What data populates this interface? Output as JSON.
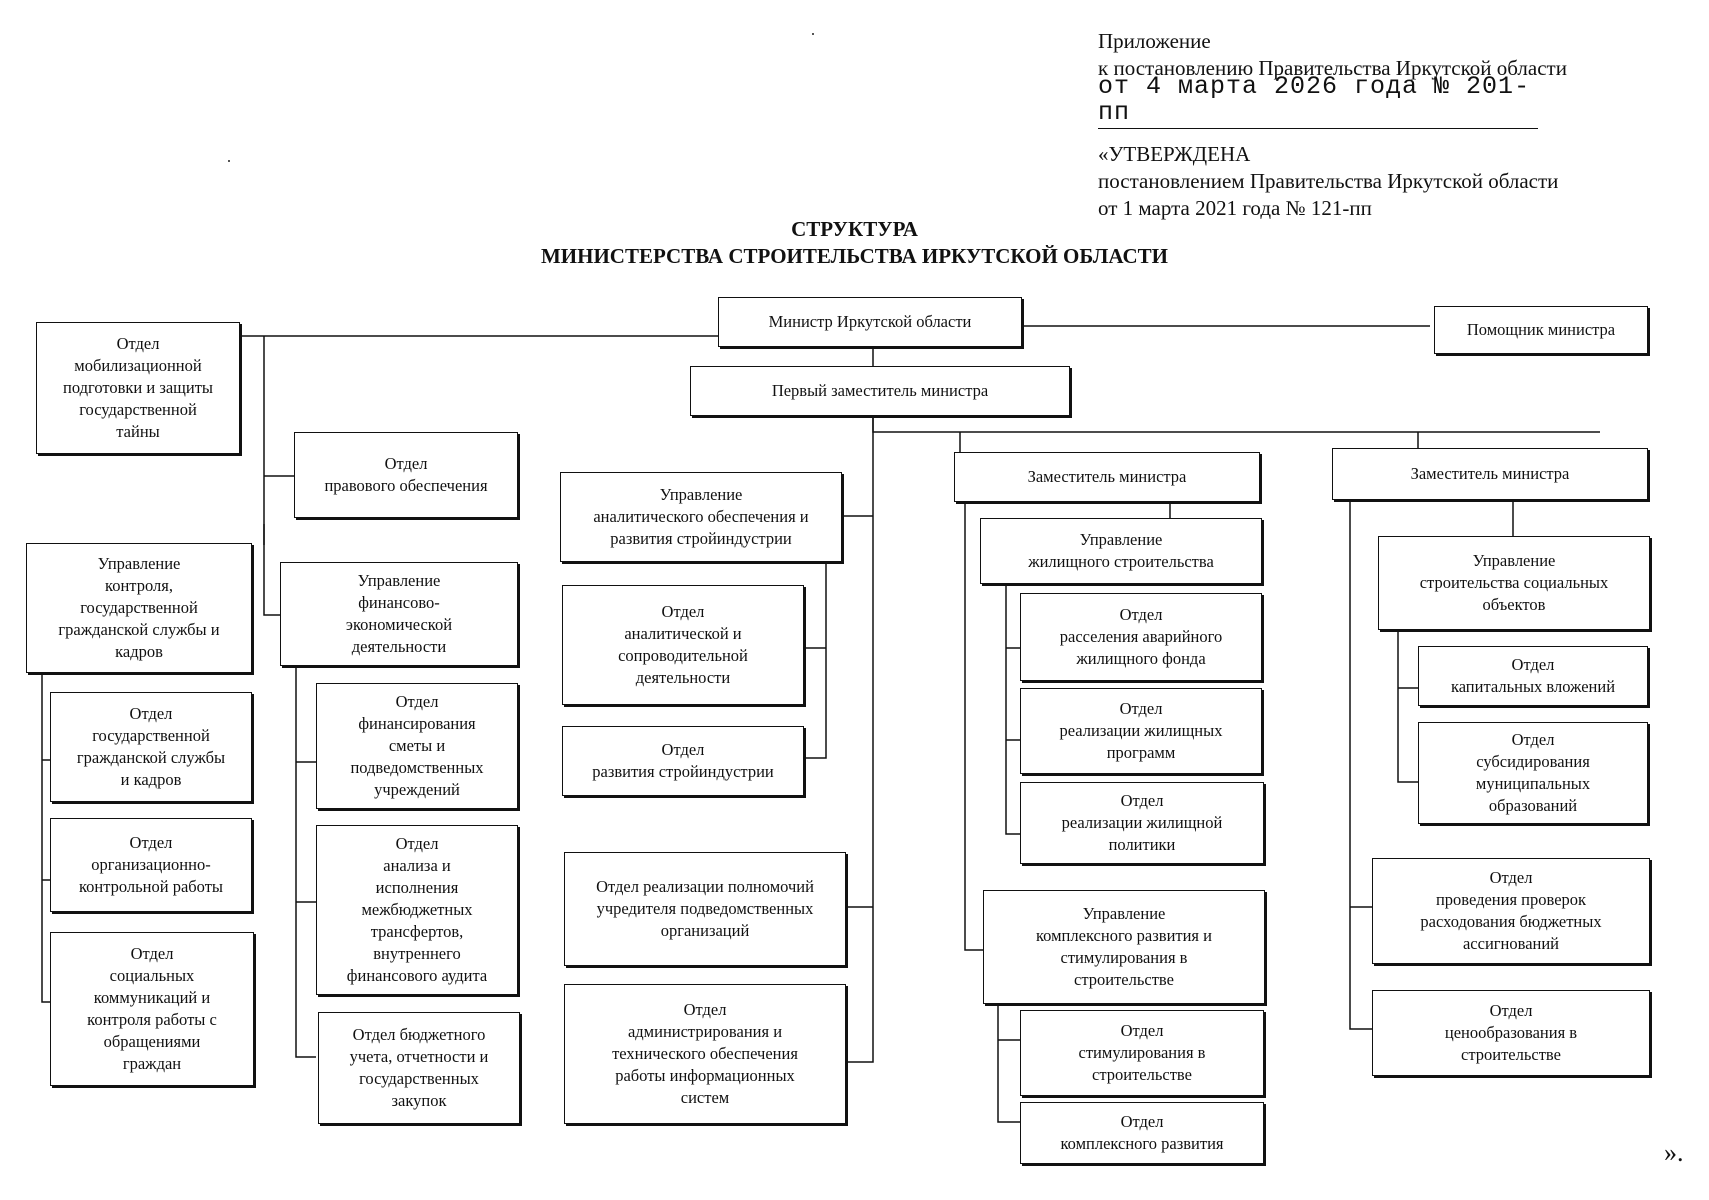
{
  "header": {
    "line1": "Приложение",
    "line2": "к постановлению Правительства Иркутской области",
    "stamp": "от 4 марта 2026 года № 201-пп",
    "approved": "«УТВЕРЖДЕНА",
    "approved_by": "постановлением Правительства Иркутской области",
    "approved_date": "от 1 марта 2021 года № 121-пп"
  },
  "title": {
    "line1": "СТРУКТУРА",
    "line2": "МИНИСТЕРСТВА СТРОИТЕЛЬСТВА ИРКУТСКОЙ ОБЛАСТИ"
  },
  "boxes": {
    "minister": "Министр Иркутской области",
    "assistant": "Помощник министра",
    "first_deputy": "Первый заместитель министра",
    "mobilization": "Отдел\nмобилизационной\nподготовки и защиты\nгосударственной\nтайны",
    "legal": "Отдел\nправового обеспечения",
    "control_mgmt": "Управление\nконтроля,\nгосударственной\nгражданской службы и\nкадров",
    "civil_service": "Отдел\nгосударственной\nгражданской службы\nи кадров",
    "org_control": "Отдел\nорганизационно-\nконтрольной работы",
    "social_comm": "Отдел\nсоциальных\nкоммуникаций и\nконтроля работы с\nобращениями\nграждан",
    "fin_econ": "Управление\nфинансово-\nэкономической\nдеятельности",
    "fin_estimates": "Отдел\nфинансирования\nсметы и\nподведомственных\nучреждений",
    "interbudget": "Отдел\nанализа и\nисполнения\nмежбюджетных\nтрансфертов,\nвнутреннего\nфинансового аудита",
    "budget_acc": "Отдел бюджетного\nучета, отчетности и\nгосударственных\nзакупок",
    "analytics_mgmt": "Управление\nаналитического обеспечения и\nразвития стройиндустрии",
    "analytics_dept": "Отдел\nаналитической и\nсопроводительной\nдеятельности",
    "industry_dept": "Отдел\nразвития стройиндустрии",
    "founder_dept": "Отдел реализации полномочий\nучредителя подведомственных\nорганизаций",
    "it_dept": "Отдел\nадминистрирования и\nтехнического обеспечения\nработы информационных\nсистем",
    "deputy1": "Заместитель министра",
    "housing_mgmt": "Управление\nжилищного строительства",
    "resettlement": "Отдел\nрасселения аварийного\nжилищного фонда",
    "housing_programs": "Отдел\nреализации жилищных\nпрограмм",
    "housing_policy": "Отдел\nреализации жилищной\nполитики",
    "complex_mgmt": "Управление\nкомплексного развития и\nстимулирования в\nстроительстве",
    "stimulation": "Отдел\nстимулирования в\nстроительстве",
    "complex_dev": "Отдел\nкомплексного развития",
    "deputy2": "Заместитель министра",
    "social_mgmt": "Управление\nстроительства социальных\nобъектов",
    "capital": "Отдел\nкапитальных вложений",
    "subsidies": "Отдел\nсубсидирования\nмуниципальных\nобразований",
    "audits": "Отдел\nпроведения проверок\nрасходования бюджетных\nассигнований",
    "pricing": "Отдел\nценообразования в\nстроительстве"
  },
  "closing": "»."
}
